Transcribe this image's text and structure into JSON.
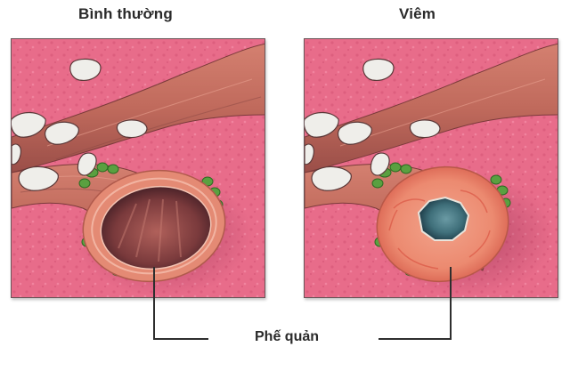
{
  "titles": {
    "left": "Bình thường",
    "right": "Viêm"
  },
  "caption": "Phế quản",
  "panels": [
    {
      "id": "normal",
      "label": "Bình thường",
      "depicts": "normal bronchus with wide open lumen",
      "lumen_color": "#9a4a4a",
      "wall_color": "#e88a72"
    },
    {
      "id": "inflamed",
      "label": "Viêm",
      "depicts": "inflamed bronchus with thickened wall and narrowed lumen",
      "lumen_color": "#3f6f7a",
      "wall_color": "#ec8a70"
    }
  ],
  "colors": {
    "tissue_background": "#e86a88",
    "tissue_dark": "#c84a6a",
    "bronchus_outer": "#c8705e",
    "cartilage": "#efeeea",
    "glands": "#5aa040",
    "leader_line": "#2e2e2e",
    "text": "#2a2a2a"
  }
}
